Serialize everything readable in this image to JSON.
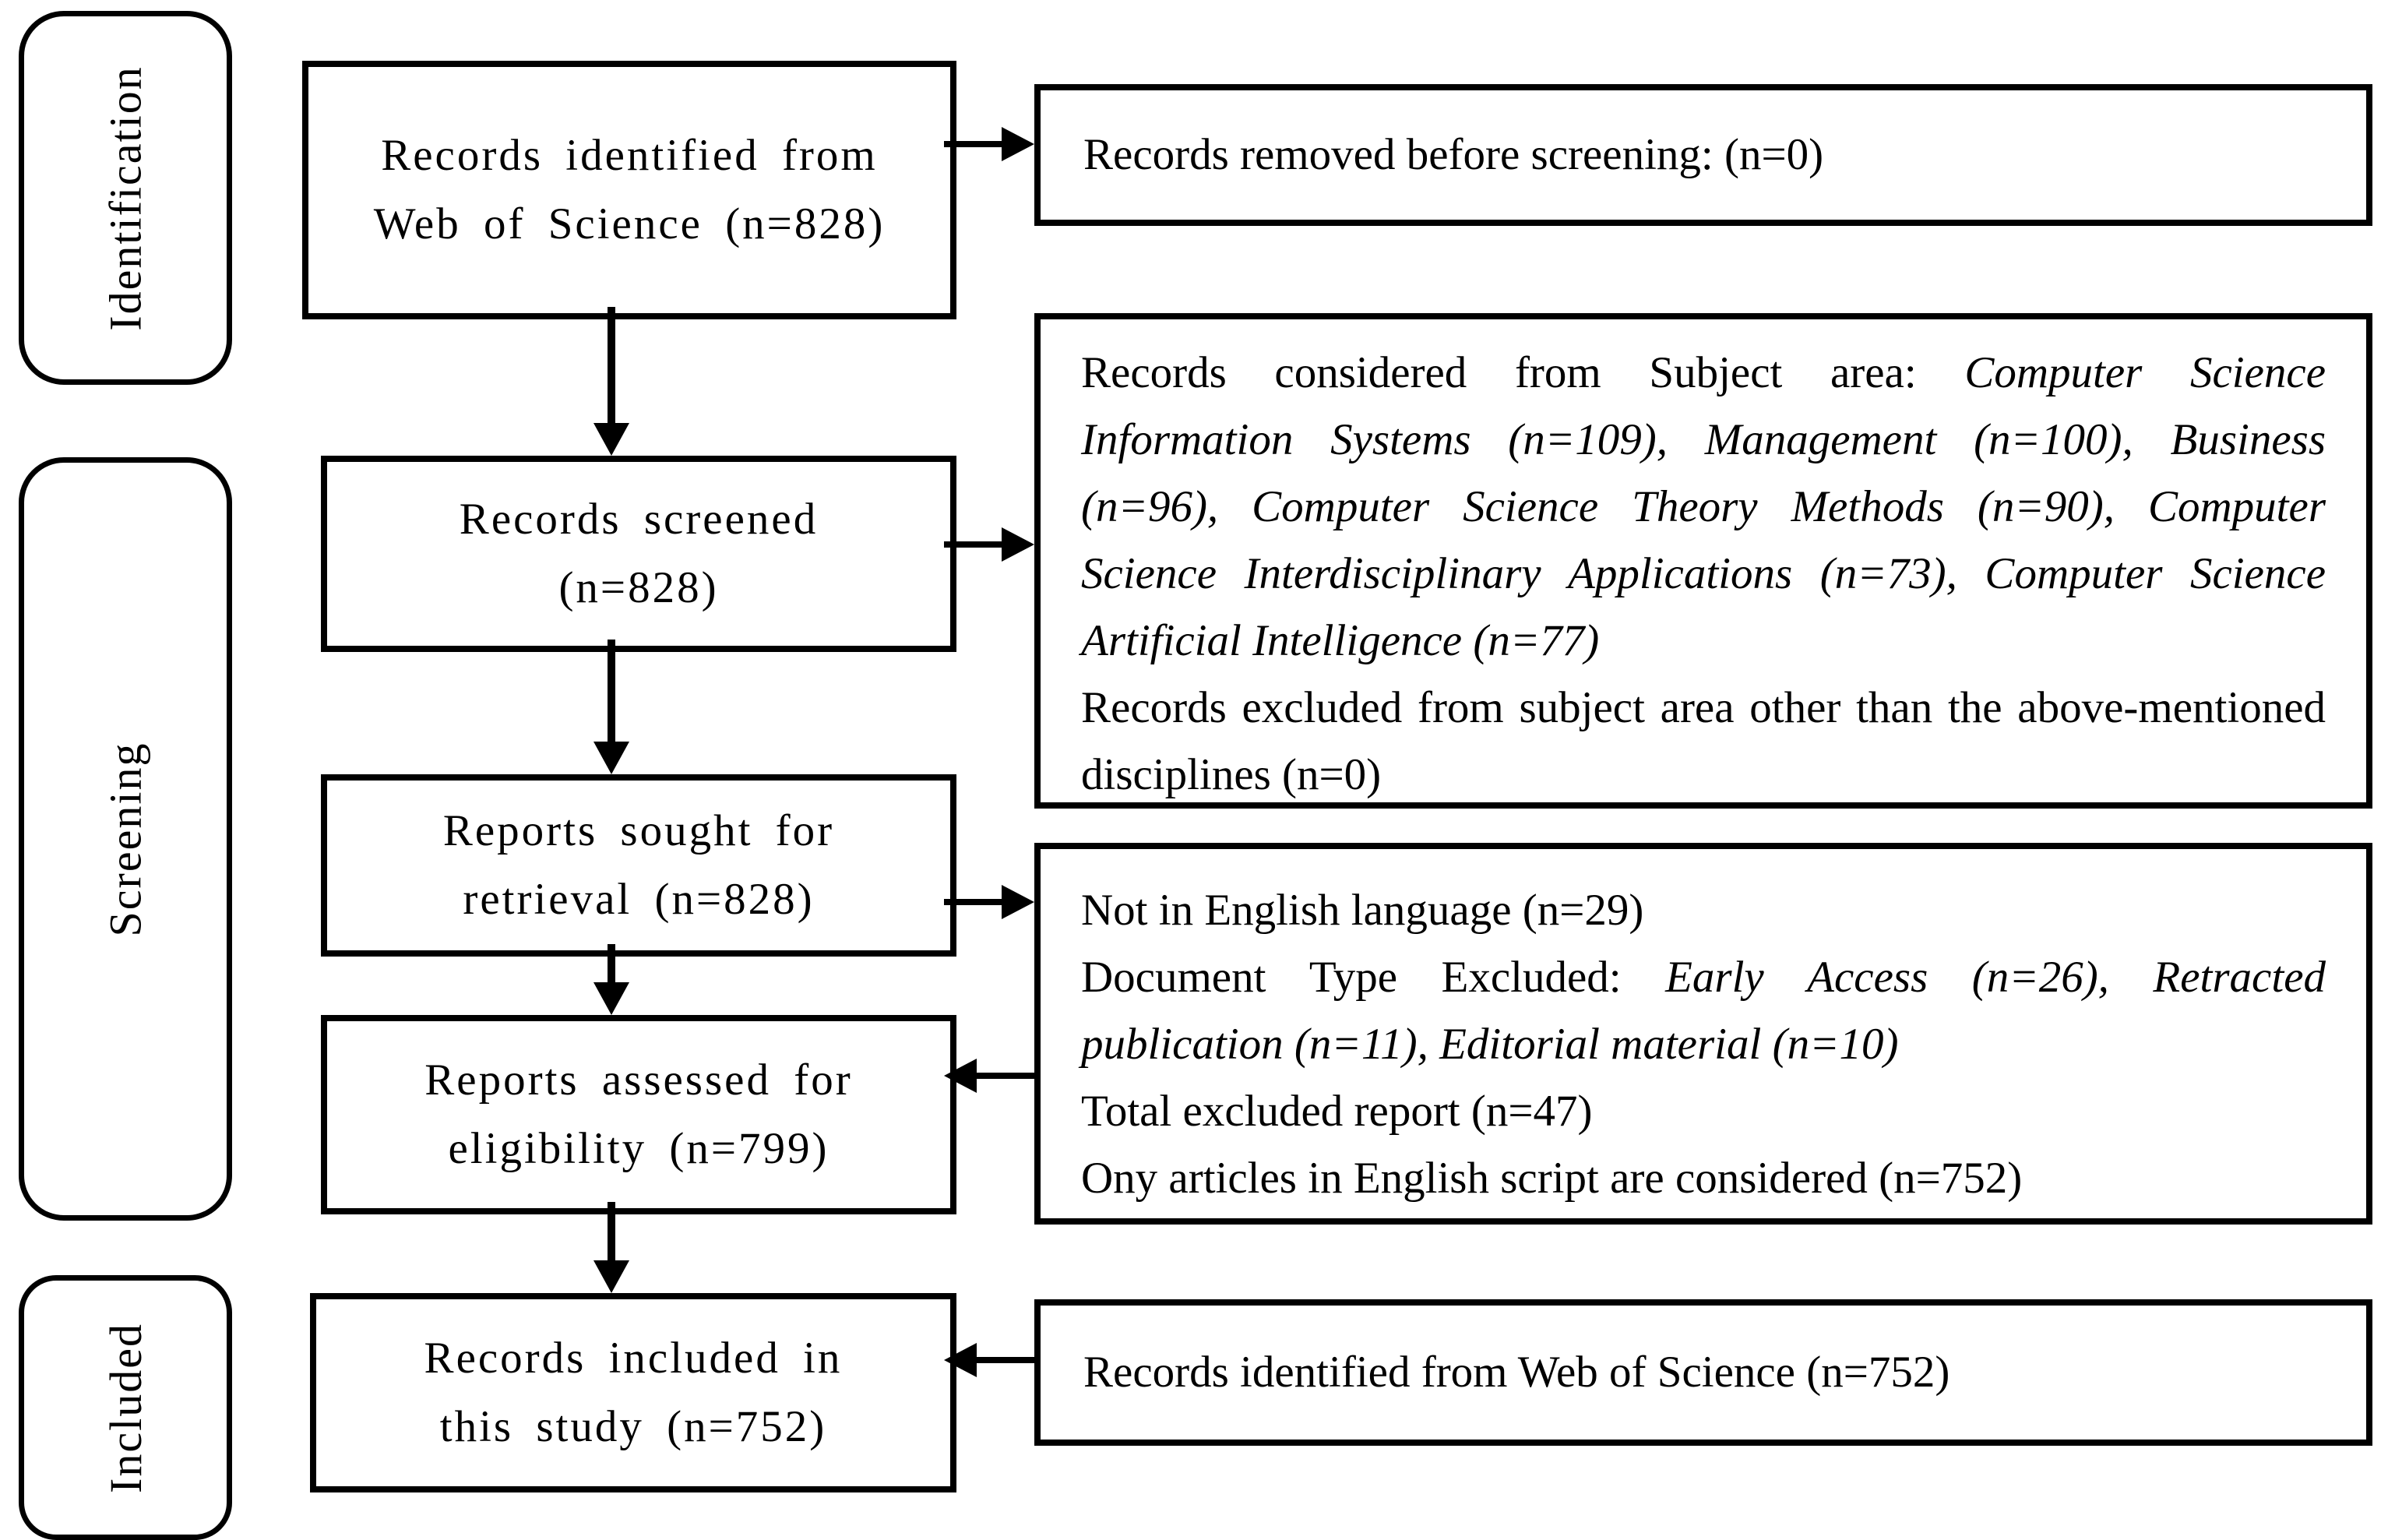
{
  "diagram": {
    "title": "PRISMA records selection flow diagram",
    "stages": [
      {
        "label": "Identification"
      },
      {
        "label": "Screening"
      },
      {
        "label": "Included"
      }
    ],
    "flow_boxes": [
      {
        "id": "b1",
        "lines": [
          "Records identified from",
          "Web of Science (n=828)"
        ]
      },
      {
        "id": "b2",
        "lines": [
          "Records screened",
          "(n=828)"
        ]
      },
      {
        "id": "b3",
        "lines": [
          "Reports sought for",
          "retrieval (n=828)"
        ]
      },
      {
        "id": "b4",
        "lines": [
          "Reports assessed for",
          "eligibility (n=799)"
        ]
      },
      {
        "id": "b5",
        "lines": [
          "Records included in",
          "this study (n=752)"
        ]
      }
    ],
    "side_boxes": [
      {
        "id": "r1",
        "paragraphs": [
          [
            {
              "text": "Records removed before screening: (n=0)",
              "style": "normal"
            }
          ]
        ]
      },
      {
        "id": "r2",
        "paragraphs": [
          [
            {
              "text": "Records considered from Subject area: ",
              "style": "normal"
            },
            {
              "text": "Computer Science Information Systems (n=109), Management (n=100), Business (n=96), Computer Science Theory Methods (n=90), Computer Science Interdisciplinary Applications (n=73), Computer Science Artificial Intelligence (n=77)",
              "style": "italic"
            }
          ],
          [
            {
              "text": "Records excluded from subject area other than the above-mentioned disciplines (n=0)",
              "style": "normal"
            }
          ]
        ]
      },
      {
        "id": "r3",
        "paragraphs": [
          [
            {
              "text": "Not in English language (n=29)",
              "style": "normal"
            }
          ],
          [
            {
              "text": "Document Type Excluded: ",
              "style": "normal"
            },
            {
              "text": "Early Access (n=26), Retracted publication (n=11), Editorial material (n=10)",
              "style": "italic"
            }
          ],
          [
            {
              "text": "Total excluded report (n=47)",
              "style": "normal"
            }
          ],
          [
            {
              "text": "Ony articles in English script are considered (n=752)",
              "style": "normal"
            }
          ]
        ]
      },
      {
        "id": "r4",
        "paragraphs": [
          [
            {
              "text": "Records identified from Web of Science (n=752)",
              "style": "normal"
            }
          ]
        ]
      }
    ],
    "colors": {
      "line": "#000000",
      "background": "#ffffff",
      "text": "#000000"
    }
  }
}
